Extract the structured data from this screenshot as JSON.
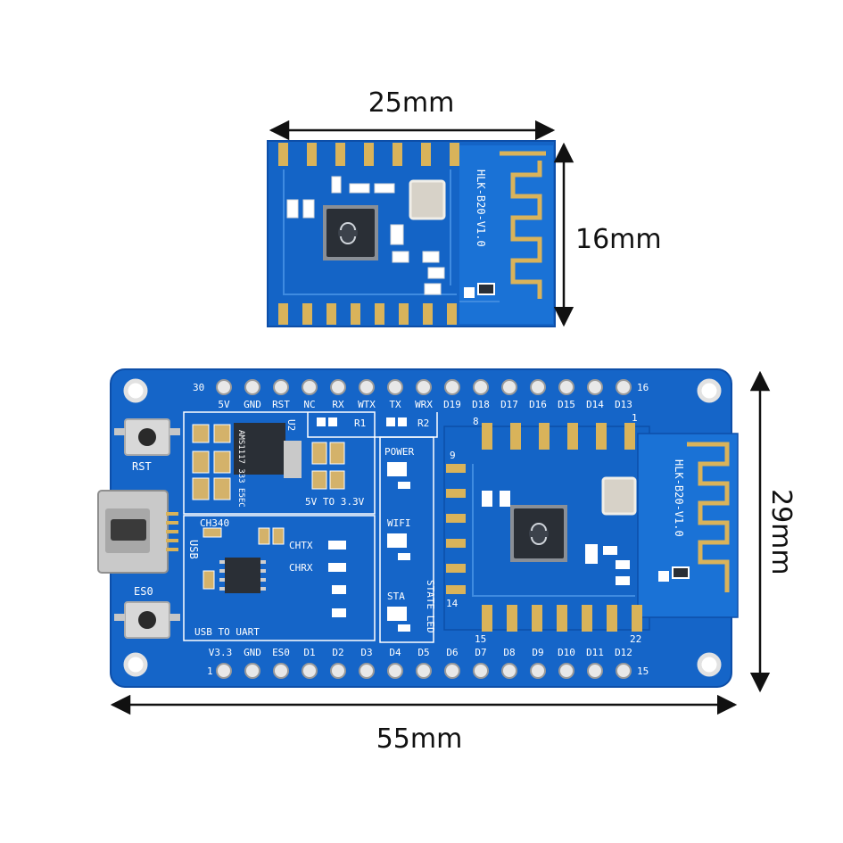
{
  "dimensions": {
    "module_width": "25mm",
    "module_height": "16mm",
    "board_width": "55mm",
    "board_height": "29mm"
  },
  "module": {
    "model_label": "HLK-B20-V1.0"
  },
  "board": {
    "top_pin_labels": [
      "5V",
      "GND",
      "RST",
      "NC",
      "RX",
      "WTX",
      "TX",
      "WRX",
      "D19",
      "D18",
      "D17",
      "D16",
      "D15",
      "D14",
      "D13"
    ],
    "bottom_pin_labels": [
      "V3.3",
      "GND",
      "ES0",
      "D1",
      "D2",
      "D3",
      "D4",
      "D5",
      "D6",
      "D7",
      "D8",
      "D9",
      "D10",
      "D11",
      "D12"
    ],
    "pin_number_top_left": "30",
    "pin_number_top_right": "16",
    "pin_number_bottom_left": "1",
    "pin_number_bottom_right": "15",
    "module_pin_8": "8",
    "module_pin_1": "1",
    "module_pin_9": "9",
    "module_pin_14": "14",
    "module_pin_15": "15",
    "module_pin_22": "22",
    "r1": "R1",
    "r2": "R2",
    "u2": "U2",
    "regulator_text": "AMS1117 333 E5EC",
    "rst": "RST",
    "es0": "ES0",
    "usb": "USB",
    "ch340": "CH340",
    "chtx": "CHTX",
    "chrx": "CHRX",
    "converter": "5V TO 3.3V",
    "power": "POWER",
    "wifi": "WIFI",
    "sta": "STA",
    "state_led": "STATE LED",
    "usb_uart": "USB TO UART"
  },
  "colors": {
    "pcb_blue": "#1565c8",
    "pcb_edge": "#0d4ea8",
    "gold": "#d9b35a",
    "silk": "#ffffff",
    "chip": "#2a2f36"
  }
}
